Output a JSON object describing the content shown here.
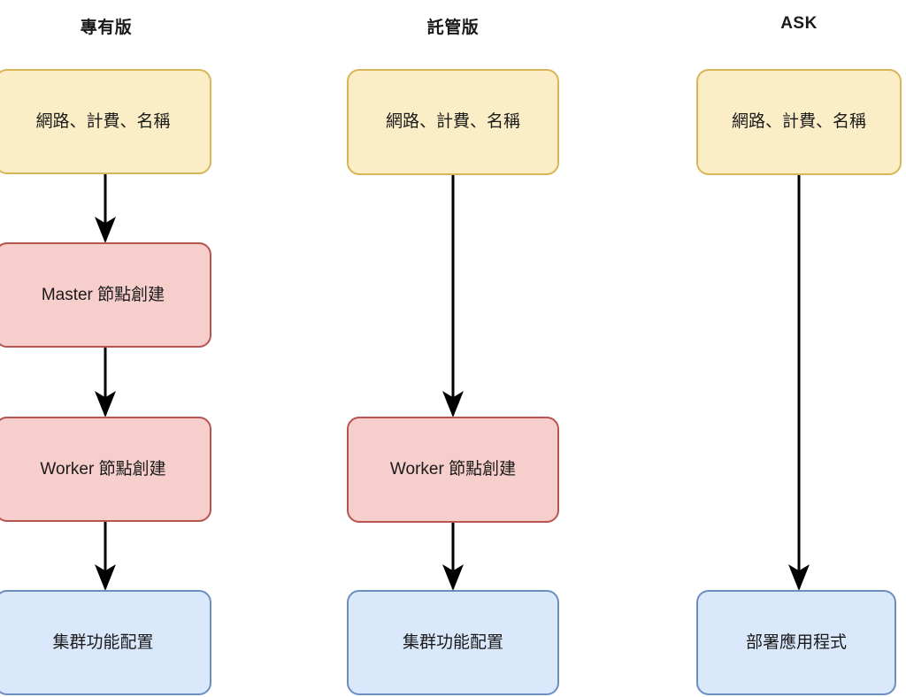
{
  "diagram": {
    "type": "flowchart",
    "background_color": "#ffffff",
    "palette": {
      "yellow_fill": "#fbeec6",
      "yellow_stroke": "#d6b656",
      "pink_fill": "#f6cecc",
      "pink_stroke": "#b85450",
      "blue_fill": "#dae8fc",
      "blue_stroke": "#6c8ebf",
      "edge_color": "#000000",
      "text_color": "#1a1a1a"
    },
    "columns": [
      {
        "id": "dedicated",
        "header": "專有版",
        "nodes": [
          {
            "id": "c1-n1",
            "label": "網路、計費、名稱",
            "color": "yellow"
          },
          {
            "id": "c1-n2",
            "label": "Master 節點創建",
            "color": "pink"
          },
          {
            "id": "c1-n3",
            "label": "Worker 節點創建",
            "color": "pink"
          },
          {
            "id": "c1-n4",
            "label": "集群功能配置",
            "color": "blue"
          }
        ],
        "edges": [
          {
            "from": "c1-n1",
            "to": "c1-n2"
          },
          {
            "from": "c1-n2",
            "to": "c1-n3"
          },
          {
            "from": "c1-n3",
            "to": "c1-n4"
          }
        ]
      },
      {
        "id": "managed",
        "header": "託管版",
        "nodes": [
          {
            "id": "c2-n1",
            "label": "網路、計費、名稱",
            "color": "yellow"
          },
          {
            "id": "c2-n2",
            "label": "Worker 節點創建",
            "color": "pink"
          },
          {
            "id": "c2-n3",
            "label": "集群功能配置",
            "color": "blue"
          }
        ],
        "edges": [
          {
            "from": "c2-n1",
            "to": "c2-n2"
          },
          {
            "from": "c2-n2",
            "to": "c2-n3"
          }
        ]
      },
      {
        "id": "ask",
        "header": "ASK",
        "nodes": [
          {
            "id": "c3-n1",
            "label": "網路、計費、名稱",
            "color": "yellow"
          },
          {
            "id": "c3-n2",
            "label": "部署應用程式",
            "color": "blue"
          }
        ],
        "edges": [
          {
            "from": "c3-n1",
            "to": "c3-n2"
          }
        ]
      }
    ]
  }
}
